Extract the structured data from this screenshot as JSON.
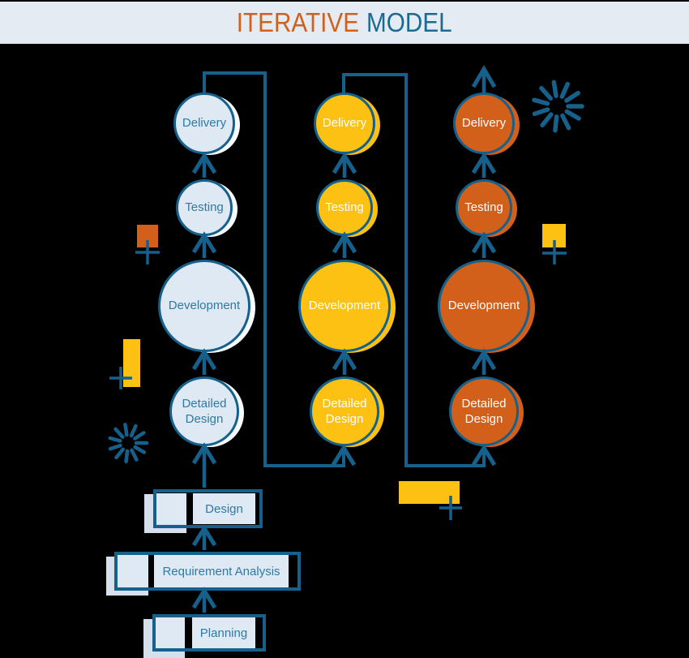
{
  "title": {
    "part1": "ITERATIVE",
    "part2": "MODEL"
  },
  "iterations": [
    {
      "name": "iteration-1",
      "circle_fill": "#dfe9f3",
      "label_color": "#2e7aa5",
      "stages": [
        {
          "label": "Delivery"
        },
        {
          "label": "Testing"
        },
        {
          "label": "Development"
        },
        {
          "label": "Detailed Design"
        }
      ]
    },
    {
      "name": "iteration-2",
      "circle_fill": "#fdc113",
      "label_color": "#ffffff",
      "stages": [
        {
          "label": "Delivery"
        },
        {
          "label": "Testing"
        },
        {
          "label": "Development"
        },
        {
          "label": "Detailed Design"
        }
      ]
    },
    {
      "name": "iteration-3",
      "circle_fill": "#d2601a",
      "label_color": "#ffffff",
      "stages": [
        {
          "label": "Delivery"
        },
        {
          "label": "Testing"
        },
        {
          "label": "Development"
        },
        {
          "label": "Detailed Design"
        }
      ]
    }
  ],
  "phases": [
    {
      "label": "Design"
    },
    {
      "label": "Requirement Analysis"
    },
    {
      "label": "Planning"
    }
  ],
  "colors": {
    "background": "#000000",
    "header_background": "#e4ebf2",
    "line_blue": "#15618c",
    "text_blue": "#2e7aa5",
    "light_fill": "#dfe9f3",
    "yellow": "#fdc113",
    "orange": "#d2601a",
    "title_orange": "#d2601a",
    "title_blue": "#1a6a94"
  }
}
